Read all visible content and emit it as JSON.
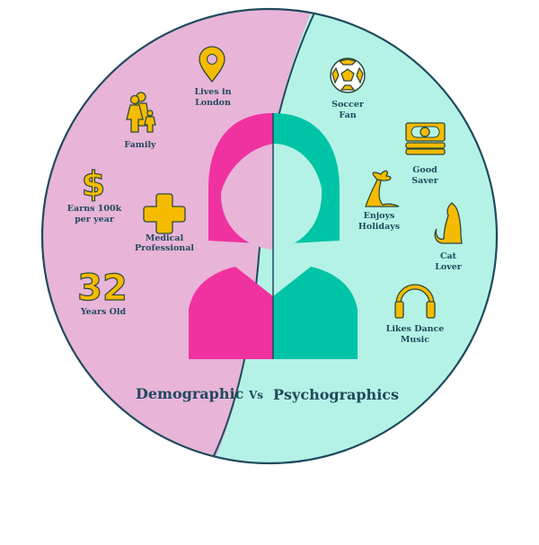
{
  "title": {
    "left": "Demographic",
    "vs": "Vs",
    "right": "Psychographics"
  },
  "colors": {
    "pink_bg": "#e8b4d8",
    "mint_bg": "#b5f2e6",
    "magenta": "#f032a0",
    "teal": "#00c4a6",
    "icon": "#f5bb00",
    "text": "#1f4a5c"
  },
  "demographic": [
    {
      "icon": "location-pin-icon",
      "lines": [
        "Lives in",
        "London"
      ]
    },
    {
      "icon": "family-icon",
      "lines": [
        "Family"
      ]
    },
    {
      "icon": "dollar-icon",
      "lines": [
        "Earns 100k",
        "per year"
      ]
    },
    {
      "icon": "medical-cross-icon",
      "lines": [
        "Medical",
        "Professional"
      ]
    },
    {
      "icon": "age-number",
      "number": "32",
      "lines": [
        "Years Old"
      ]
    }
  ],
  "psychographic": [
    {
      "icon": "soccer-ball-icon",
      "lines": [
        "Soccer",
        "Fan"
      ]
    },
    {
      "icon": "money-stack-icon",
      "lines": [
        "Good",
        "Saver"
      ]
    },
    {
      "icon": "palm-tree-icon",
      "lines": [
        "Enjoys",
        "Holidays"
      ]
    },
    {
      "icon": "cat-icon",
      "lines": [
        "Cat",
        "Lover"
      ]
    },
    {
      "icon": "headphones-icon",
      "lines": [
        "Likes Dance",
        "Music"
      ]
    }
  ]
}
